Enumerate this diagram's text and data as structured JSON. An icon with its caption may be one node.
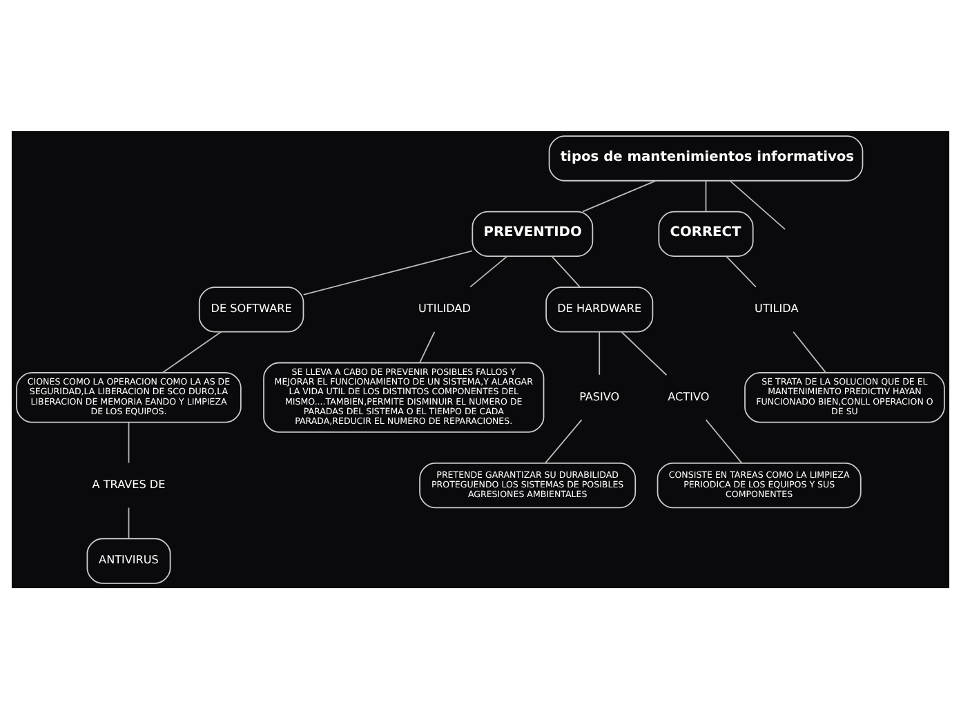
{
  "diagram": {
    "nodes": [
      {
        "text": [
          "tipos de mantenimientos informativos"
        ]
      },
      {
        "text": [
          "PREVENTIDO"
        ]
      },
      {
        "text": [
          "CORRECT"
        ]
      },
      {
        "text": [
          "DE SOFTWARE"
        ]
      },
      {
        "text": [
          "UTILIDAD"
        ]
      },
      {
        "text": [
          "DE HARDWARE"
        ]
      },
      {
        "text": [
          "CIONES COMO LA OPERACION COMO LA AS DE SEGURIDAD,LA LIBERACION DE SCO DURO,LA LIBERACION DE MEMORIA EANDO Y LIMPIEZA DE LOS EQUIPOS."
        ]
      },
      {
        "text": [
          "A TRAVES DE"
        ]
      },
      {
        "text": [
          "ANTIVIRUS"
        ]
      },
      {
        "text": [
          "SE LLEVA A CABO DE PREVENIR POSIBLES FALLOS Y MEJORAR EL FUNCIONAMIENTO DE UN SISTEMA,Y ALARGAR LA VIDA UTIL DE LOS DISTINTOS COMPONENTES DEL MISMO....TAMBIEN,PERMITE DISMINUIR EL NUMERO DE PARADAS DEL SISTEMA O EL TIEMPO DE CADA PARADA,REDUCIR EL NUMERO DE REPARACIONES."
        ]
      },
      {
        "text": [
          "PASIVO"
        ]
      },
      {
        "text": [
          "ACTIVO"
        ]
      },
      {
        "text": [
          "PRETENDE GARANTIZAR SU DURABILIDAD PROTEGUENDO LOS SISTEMAS DE POSIBLES AGRESIONES AMBIENTALES"
        ]
      },
      {
        "text": [
          "CONSISTE EN TAREAS COMO LA LIMPIEZA PERIODICA DE LOS EQUIPOS Y SUS COMPONENTES"
        ]
      },
      {
        "text": [
          "UTILIDA"
        ]
      },
      {
        "text": [
          "SE TRATA DE LA SOLUCION QUE DE EL MANTENIMIENTO PREDICTIV HAYAN FUNCIONADO BIEN,CONLL OPERACION O DE SU"
        ]
      }
    ],
    "edges": [
      {
        "from": 0,
        "to": null,
        "arrow": "none"
      },
      {
        "from": 0,
        "to": 1,
        "arrow": "none"
      },
      {
        "from": 0,
        "to": 2,
        "arrow": "none"
      },
      {
        "from": 1,
        "to": 3,
        "arrow": "none"
      },
      {
        "from": 1,
        "to": 4,
        "arrow": "none"
      },
      {
        "from": 1,
        "to": 5,
        "arrow": "none"
      },
      {
        "from": 3,
        "to": 6,
        "arrow": "none"
      },
      {
        "from": 6,
        "to": 7,
        "arrow": "none"
      },
      {
        "from": 7,
        "to": 8,
        "arrow": "none"
      },
      {
        "from": 4,
        "to": 9,
        "arrow": "none"
      },
      {
        "from": 5,
        "to": 10,
        "arrow": "none"
      },
      {
        "from": 5,
        "to": 11,
        "arrow": "none"
      },
      {
        "from": 10,
        "to": 12,
        "arrow": "none"
      },
      {
        "from": 11,
        "to": 13,
        "arrow": "none"
      },
      {
        "from": 2,
        "to": 14,
        "arrow": "none"
      },
      {
        "from": 14,
        "to": 15,
        "arrow": "none"
      }
    ]
  }
}
